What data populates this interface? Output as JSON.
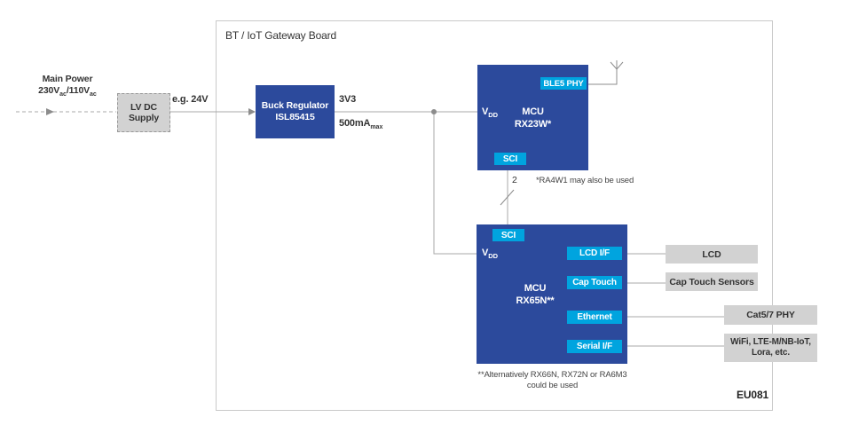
{
  "board": {
    "title": "BT / IoT Gateway Board",
    "code": "EU081"
  },
  "power_input": {
    "line1": "Main Power",
    "v1": "230V",
    "v1_sub": "ac",
    "v2": "/110V",
    "v2_sub": "ac"
  },
  "lv_dc_supply": {
    "line1": "LV DC",
    "line2": "Supply"
  },
  "labels": {
    "supply_voltage": "e.g. 24V"
  },
  "buck_regulator": {
    "line1": "Buck Regulator",
    "line2": "ISL85415",
    "out_voltage": "3V3",
    "out_current": "500mA",
    "out_current_sub": "max"
  },
  "mcu1": {
    "name_line1": "MCU",
    "name_line2": "RX23W*",
    "vdd": "V",
    "vdd_sub": "DD",
    "ble_badge": "BLE5 PHY",
    "sci_badge": "SCI",
    "note": "*RA4W1 may also be used"
  },
  "bus": {
    "width_label": "2"
  },
  "mcu2": {
    "name_line1": "MCU",
    "name_line2": "RX65N**",
    "vdd": "V",
    "vdd_sub": "DD",
    "sci_badge": "SCI",
    "badges": [
      {
        "label": "LCD I/F"
      },
      {
        "label": "Cap Touch"
      },
      {
        "label": "Ethernet"
      },
      {
        "label": "Serial I/F"
      }
    ],
    "note_line1": "**Alternatively RX66N, RX72N or RA6M3",
    "note_line2": "could be used"
  },
  "peripherals": [
    {
      "label": "LCD"
    },
    {
      "label": "Cap Touch Sensors"
    },
    {
      "label": "Cat5/7 PHY"
    },
    {
      "line1": "WiFi, LTE-M/NB-IoT,",
      "line2": "Lora, etc."
    }
  ],
  "colors": {
    "block_blue": "#2c4a9c",
    "badge_cyan": "#00a4df",
    "peripheral_gray": "#d2d2d2",
    "wire_gray": "#a8a8a8",
    "outline_gray": "#c9c9c9"
  }
}
